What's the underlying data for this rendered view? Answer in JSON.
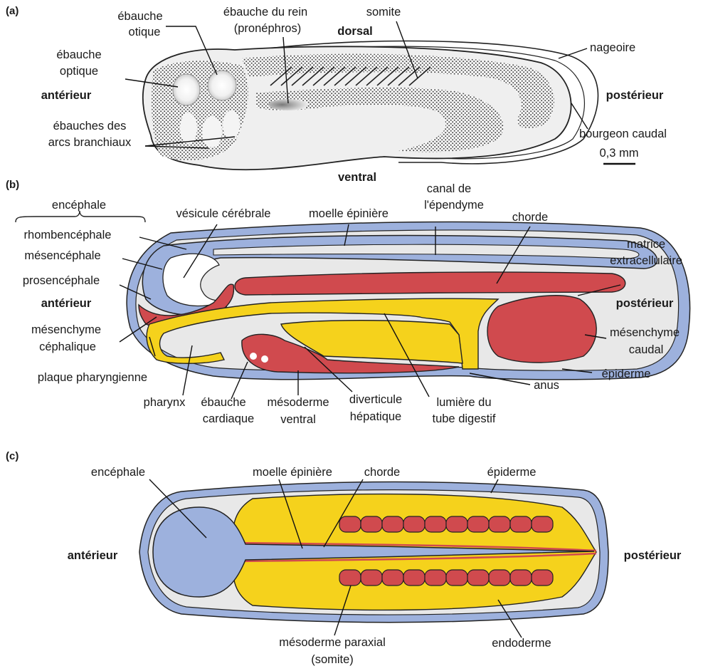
{
  "colors": {
    "neural": "#9db1dd",
    "mesoderm": "#d04a4e",
    "endoderm": "#f5d21c",
    "matrix": "#e8e8e8",
    "stipple": "#6b6b6b",
    "outline": "#222222"
  },
  "panel_a": {
    "tag": "(a)",
    "labels": {
      "ebauche_otique": [
        "ébauche",
        "otique"
      ],
      "ebauche_rein": [
        "ébauche du rein",
        "(pronéphros)"
      ],
      "somite": "somite",
      "dorsal": "dorsal",
      "nageoire": "nageoire",
      "ebauche_optique": [
        "ébauche",
        "optique"
      ],
      "anterieur": "antérieur",
      "posterieur": "postérieur",
      "arcs": [
        "ébauches des",
        "arcs branchiaux"
      ],
      "bourgeon": "bourgeon caudal",
      "scale": "0,3 mm",
      "ventral": "ventral"
    }
  },
  "panel_b": {
    "tag": "(b)",
    "labels": {
      "encephale": "encéphale",
      "vesicule": "vésicule cérébrale",
      "moelle": "moelle épinière",
      "canal": [
        "canal de",
        "l'épendyme"
      ],
      "chorde": "chorde",
      "rhomb": "rhombencéphale",
      "mesenc": "mésencéphale",
      "prosenc": "prosencéphale",
      "matrice": [
        "matrice",
        "extracellulaire"
      ],
      "anterieur": "antérieur",
      "posterieur": "postérieur",
      "mesench_ceph": [
        "mésenchyme",
        "céphalique"
      ],
      "mesench_caud": [
        "mésenchyme",
        "caudal"
      ],
      "plaque": "plaque pharyngienne",
      "epiderme": "épiderme",
      "anus": "anus",
      "pharynx": "pharynx",
      "ebauche_card": [
        "ébauche",
        "cardiaque"
      ],
      "meso_ventral": [
        "mésoderme",
        "ventral"
      ],
      "diverticule": [
        "diverticule",
        "hépatique"
      ],
      "lumiere": [
        "lumière du",
        "tube digestif"
      ]
    }
  },
  "panel_c": {
    "tag": "(c)",
    "labels": {
      "encephale": "encéphale",
      "moelle": "moelle épinière",
      "chorde": "chorde",
      "epiderme": "épiderme",
      "anterieur": "antérieur",
      "posterieur": "postérieur",
      "meso_paraxial": [
        "mésoderme paraxial",
        "(somite)"
      ],
      "endoderme": "endoderme"
    }
  }
}
